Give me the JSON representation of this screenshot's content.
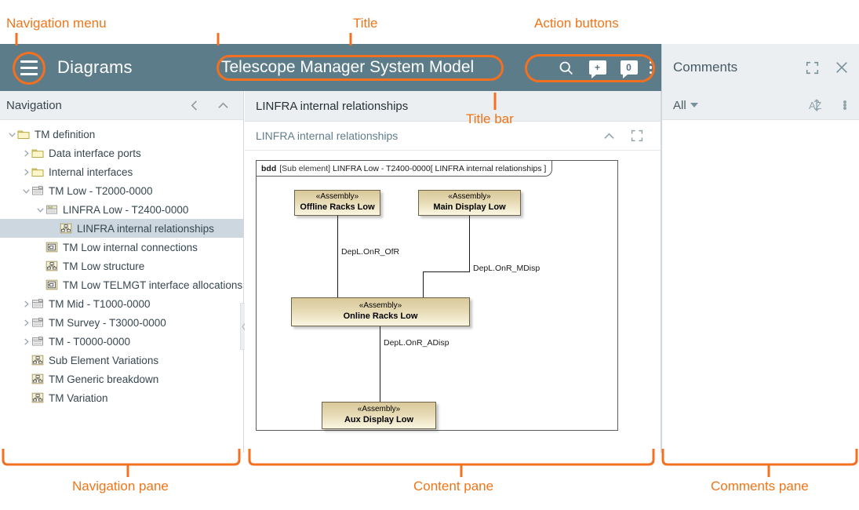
{
  "annotations": [
    {
      "id": "navigation-menu",
      "label": "Navigation menu"
    },
    {
      "id": "title",
      "label": "Title"
    },
    {
      "id": "action-buttons",
      "label": "Action buttons"
    },
    {
      "id": "title-bar",
      "label": "Title bar"
    },
    {
      "id": "navigation-pane",
      "label": "Navigation pane"
    },
    {
      "id": "content-pane",
      "label": "Content pane"
    },
    {
      "id": "comments-pane",
      "label": "Comments pane"
    }
  ],
  "header": {
    "app_title": "Diagrams",
    "document_title": "Telescope Manager System Model",
    "menu_icon": "hamburger-icon",
    "actions": [
      {
        "name": "search-icon",
        "label": ""
      },
      {
        "name": "add-comment-icon",
        "label": "+"
      },
      {
        "name": "comment-count-icon",
        "label": "0"
      },
      {
        "name": "more-options-icon",
        "label": ""
      }
    ]
  },
  "navigation": {
    "header_title": "Navigation",
    "header_icons": [
      "chevron-left-icon",
      "chevron-up-icon"
    ],
    "tree": [
      {
        "label": "TM definition",
        "icon": "folder-icon",
        "depth": 0,
        "twisty": "down",
        "selected": false
      },
      {
        "label": "Data interface ports",
        "icon": "folder-icon",
        "depth": 1,
        "twisty": "right",
        "selected": false
      },
      {
        "label": "Internal interfaces",
        "icon": "folder-icon",
        "depth": 1,
        "twisty": "right",
        "selected": false
      },
      {
        "label": "TM Low - T2000-0000",
        "icon": "block-icon",
        "depth": 1,
        "twisty": "down",
        "selected": false
      },
      {
        "label": "LINFRA Low - T2400-0000",
        "icon": "sub-block-icon",
        "depth": 2,
        "twisty": "down",
        "selected": false
      },
      {
        "label": "LINFRA internal relationships",
        "icon": "bdd-diagram-icon",
        "depth": 3,
        "twisty": "none",
        "selected": true
      },
      {
        "label": "TM Low internal connections",
        "icon": "ibd-diagram-icon",
        "depth": 2,
        "twisty": "none",
        "selected": false
      },
      {
        "label": "TM Low structure",
        "icon": "bdd-diagram-icon",
        "depth": 2,
        "twisty": "none",
        "selected": false
      },
      {
        "label": "TM Low TELMGT interface allocations",
        "icon": "ibd-diagram-icon",
        "depth": 2,
        "twisty": "none",
        "selected": false
      },
      {
        "label": "TM Mid - T1000-0000",
        "icon": "block-icon",
        "depth": 1,
        "twisty": "right",
        "selected": false
      },
      {
        "label": "TM Survey - T3000-0000",
        "icon": "block-icon",
        "depth": 1,
        "twisty": "right",
        "selected": false
      },
      {
        "label": "TM - T0000-0000",
        "icon": "block-icon",
        "depth": 1,
        "twisty": "right",
        "selected": false
      },
      {
        "label": "Sub Element Variations",
        "icon": "bdd-diagram-icon",
        "depth": 1,
        "twisty": "none",
        "selected": false
      },
      {
        "label": "TM Generic breakdown",
        "icon": "bdd-diagram-icon",
        "depth": 1,
        "twisty": "none",
        "selected": false
      },
      {
        "label": "TM Variation",
        "icon": "bdd-diagram-icon",
        "depth": 1,
        "twisty": "none",
        "selected": false
      }
    ]
  },
  "content": {
    "title_bar_text": "LINFRA internal relationships",
    "card_title": "LINFRA internal relationships",
    "card_icons": [
      "chevron-up-icon",
      "expand-icon"
    ],
    "diagram": {
      "frame_kind": "bdd",
      "frame_scope": "[Sub element]",
      "frame_element": "LINFRA Low  - T2400-0000",
      "frame_name": "[ LINFRA internal relationships ]",
      "nodes": [
        {
          "id": "offline-racks-low",
          "stereotype": "«Assembly»",
          "name": "Offline Racks Low"
        },
        {
          "id": "main-display-low",
          "stereotype": "«Assembly»",
          "name": "Main Display Low"
        },
        {
          "id": "online-racks-low",
          "stereotype": "«Assembly»",
          "name": "Online Racks Low"
        },
        {
          "id": "aux-display-low",
          "stereotype": "«Assembly»",
          "name": "Aux Display Low"
        }
      ],
      "edges": [
        {
          "id": "edge-ofr",
          "label": "DepL.OnR_OfR",
          "from": "offline-racks-low",
          "to": "online-racks-low"
        },
        {
          "id": "edge-mdisp",
          "label": "DepL.OnR_MDisp",
          "from": "main-display-low",
          "to": "online-racks-low"
        },
        {
          "id": "edge-adisp",
          "label": "DepL.OnR_ADisp",
          "from": "online-racks-low",
          "to": "aux-display-low"
        }
      ]
    }
  },
  "comments": {
    "title": "Comments",
    "header_icons": [
      "expand-icon",
      "close-icon"
    ],
    "filter_label": "All",
    "toolbar_icons": [
      "sort-az-icon",
      "more-options-icon"
    ]
  },
  "colors": {
    "accent": "#f37021",
    "header_bar": "#5d7c8a",
    "panel_header": "#eceff1",
    "tree_selected": "#ccd7e0",
    "node_fill": "#e6dab4",
    "node_border": "#6b6248"
  }
}
